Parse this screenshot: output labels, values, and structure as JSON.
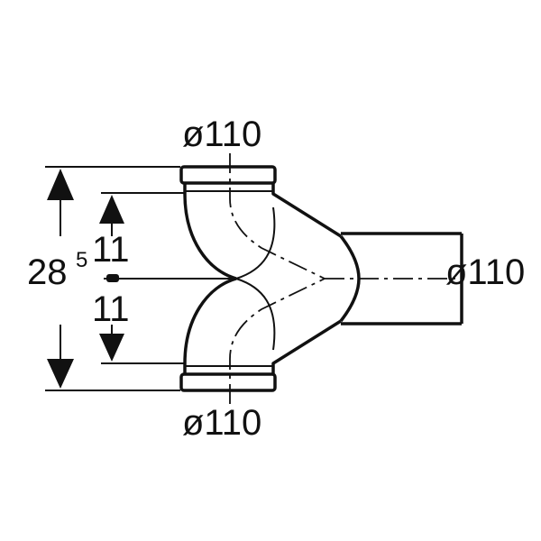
{
  "diagram": {
    "labels": {
      "top_diameter": "ø110",
      "bottom_diameter": "ø110",
      "side_diameter": "ø110",
      "overall_height_main": "28",
      "overall_height_sup": "5",
      "upper_offset": "11",
      "lower_offset": "11"
    },
    "colors": {
      "ink": "#111111",
      "background": "#ffffff"
    }
  }
}
